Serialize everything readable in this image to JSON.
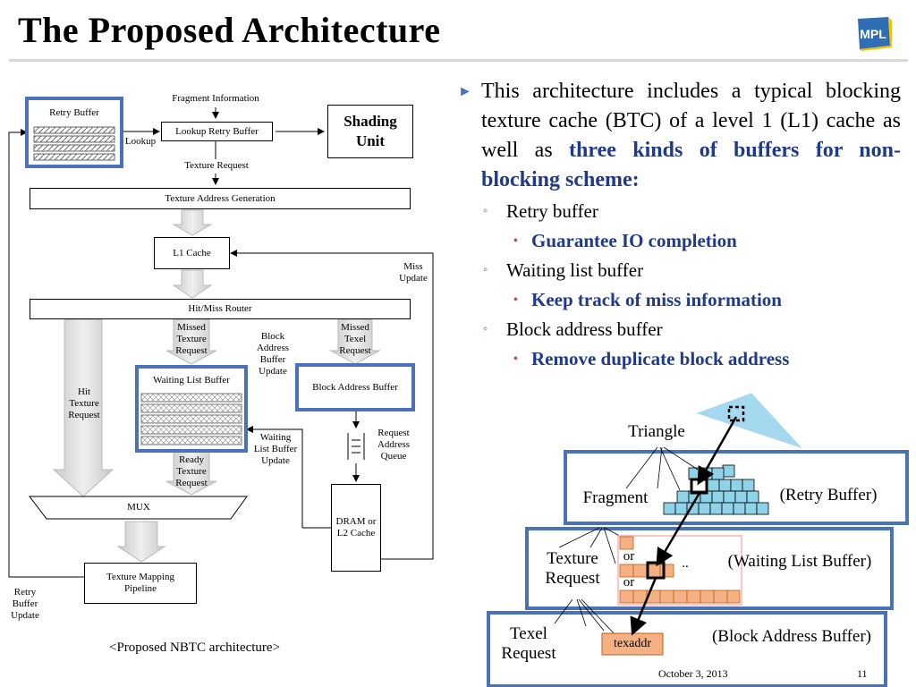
{
  "title": "The Proposed Architecture",
  "logo_text": "MPL",
  "colors": {
    "accent": "#4a72b8",
    "text_highlight": "#1f3a8a",
    "salmon": "#f4b183",
    "cyan": "#8fd3e8",
    "triangle": "#a6d9ef"
  },
  "diagram": {
    "fragment_information": "Fragment Information",
    "retry_buffer": "Retry Buffer",
    "lookup": "Lookup",
    "lookup_retry_buffer": "Lookup Retry Buffer",
    "shading_unit": "Shading Unit",
    "texture_request": "Texture Request",
    "texture_address_generation": "Texture Address Generation",
    "l1_cache": "L1 Cache",
    "miss_update": "Miss Update",
    "hit_miss_router": "Hit/Miss Router",
    "missed_texture_request": "Missed Texture Request",
    "block_address_buffer_update": "Block Address Buffer Update",
    "missed_texel_request": "Missed Texel Request",
    "hit_texture_request": "Hit Texture Request",
    "waiting_list_buffer": "Waiting List Buffer",
    "block_address_buffer": "Block Address Buffer",
    "request_address_queue": "Request Address Queue",
    "waiting_list_buffer_update": "Waiting List Buffer Update",
    "ready_texture_request": "Ready Texture Request",
    "dram_l2": "DRAM or L2 Cache",
    "mux": "MUX",
    "texture_mapping_pipeline": "Texture Mapping Pipeline",
    "retry_buffer_update": "Retry Buffer Update",
    "caption": "<Proposed NBTC architecture>"
  },
  "bullets": {
    "intro_plain": "This architecture includes a typical blocking texture cache (BTC) of a level 1 (L1) cache as well as ",
    "intro_bold": "three kinds of buffers for non-blocking scheme:",
    "items": [
      {
        "label": "Retry buffer",
        "detail": "Guarantee IO completion"
      },
      {
        "label": "Waiting list buffer",
        "detail": "Keep track of miss information"
      },
      {
        "label": "Block address buffer",
        "detail": "Remove duplicate block address"
      }
    ]
  },
  "illustration": {
    "triangle": "Triangle",
    "fragment": "Fragment",
    "retry_buffer": "(Retry Buffer)",
    "texture_request": "Texture Request",
    "or1": "or",
    "or2": "or",
    "ellipsis": "..",
    "waiting_list_buffer": "(Waiting List Buffer)",
    "texel_request": "Texel Request",
    "texaddr": "texaddr",
    "block_address_buffer": "(Block Address Buffer)"
  },
  "footer": {
    "date": "October 3, 2013",
    "page": "11"
  }
}
